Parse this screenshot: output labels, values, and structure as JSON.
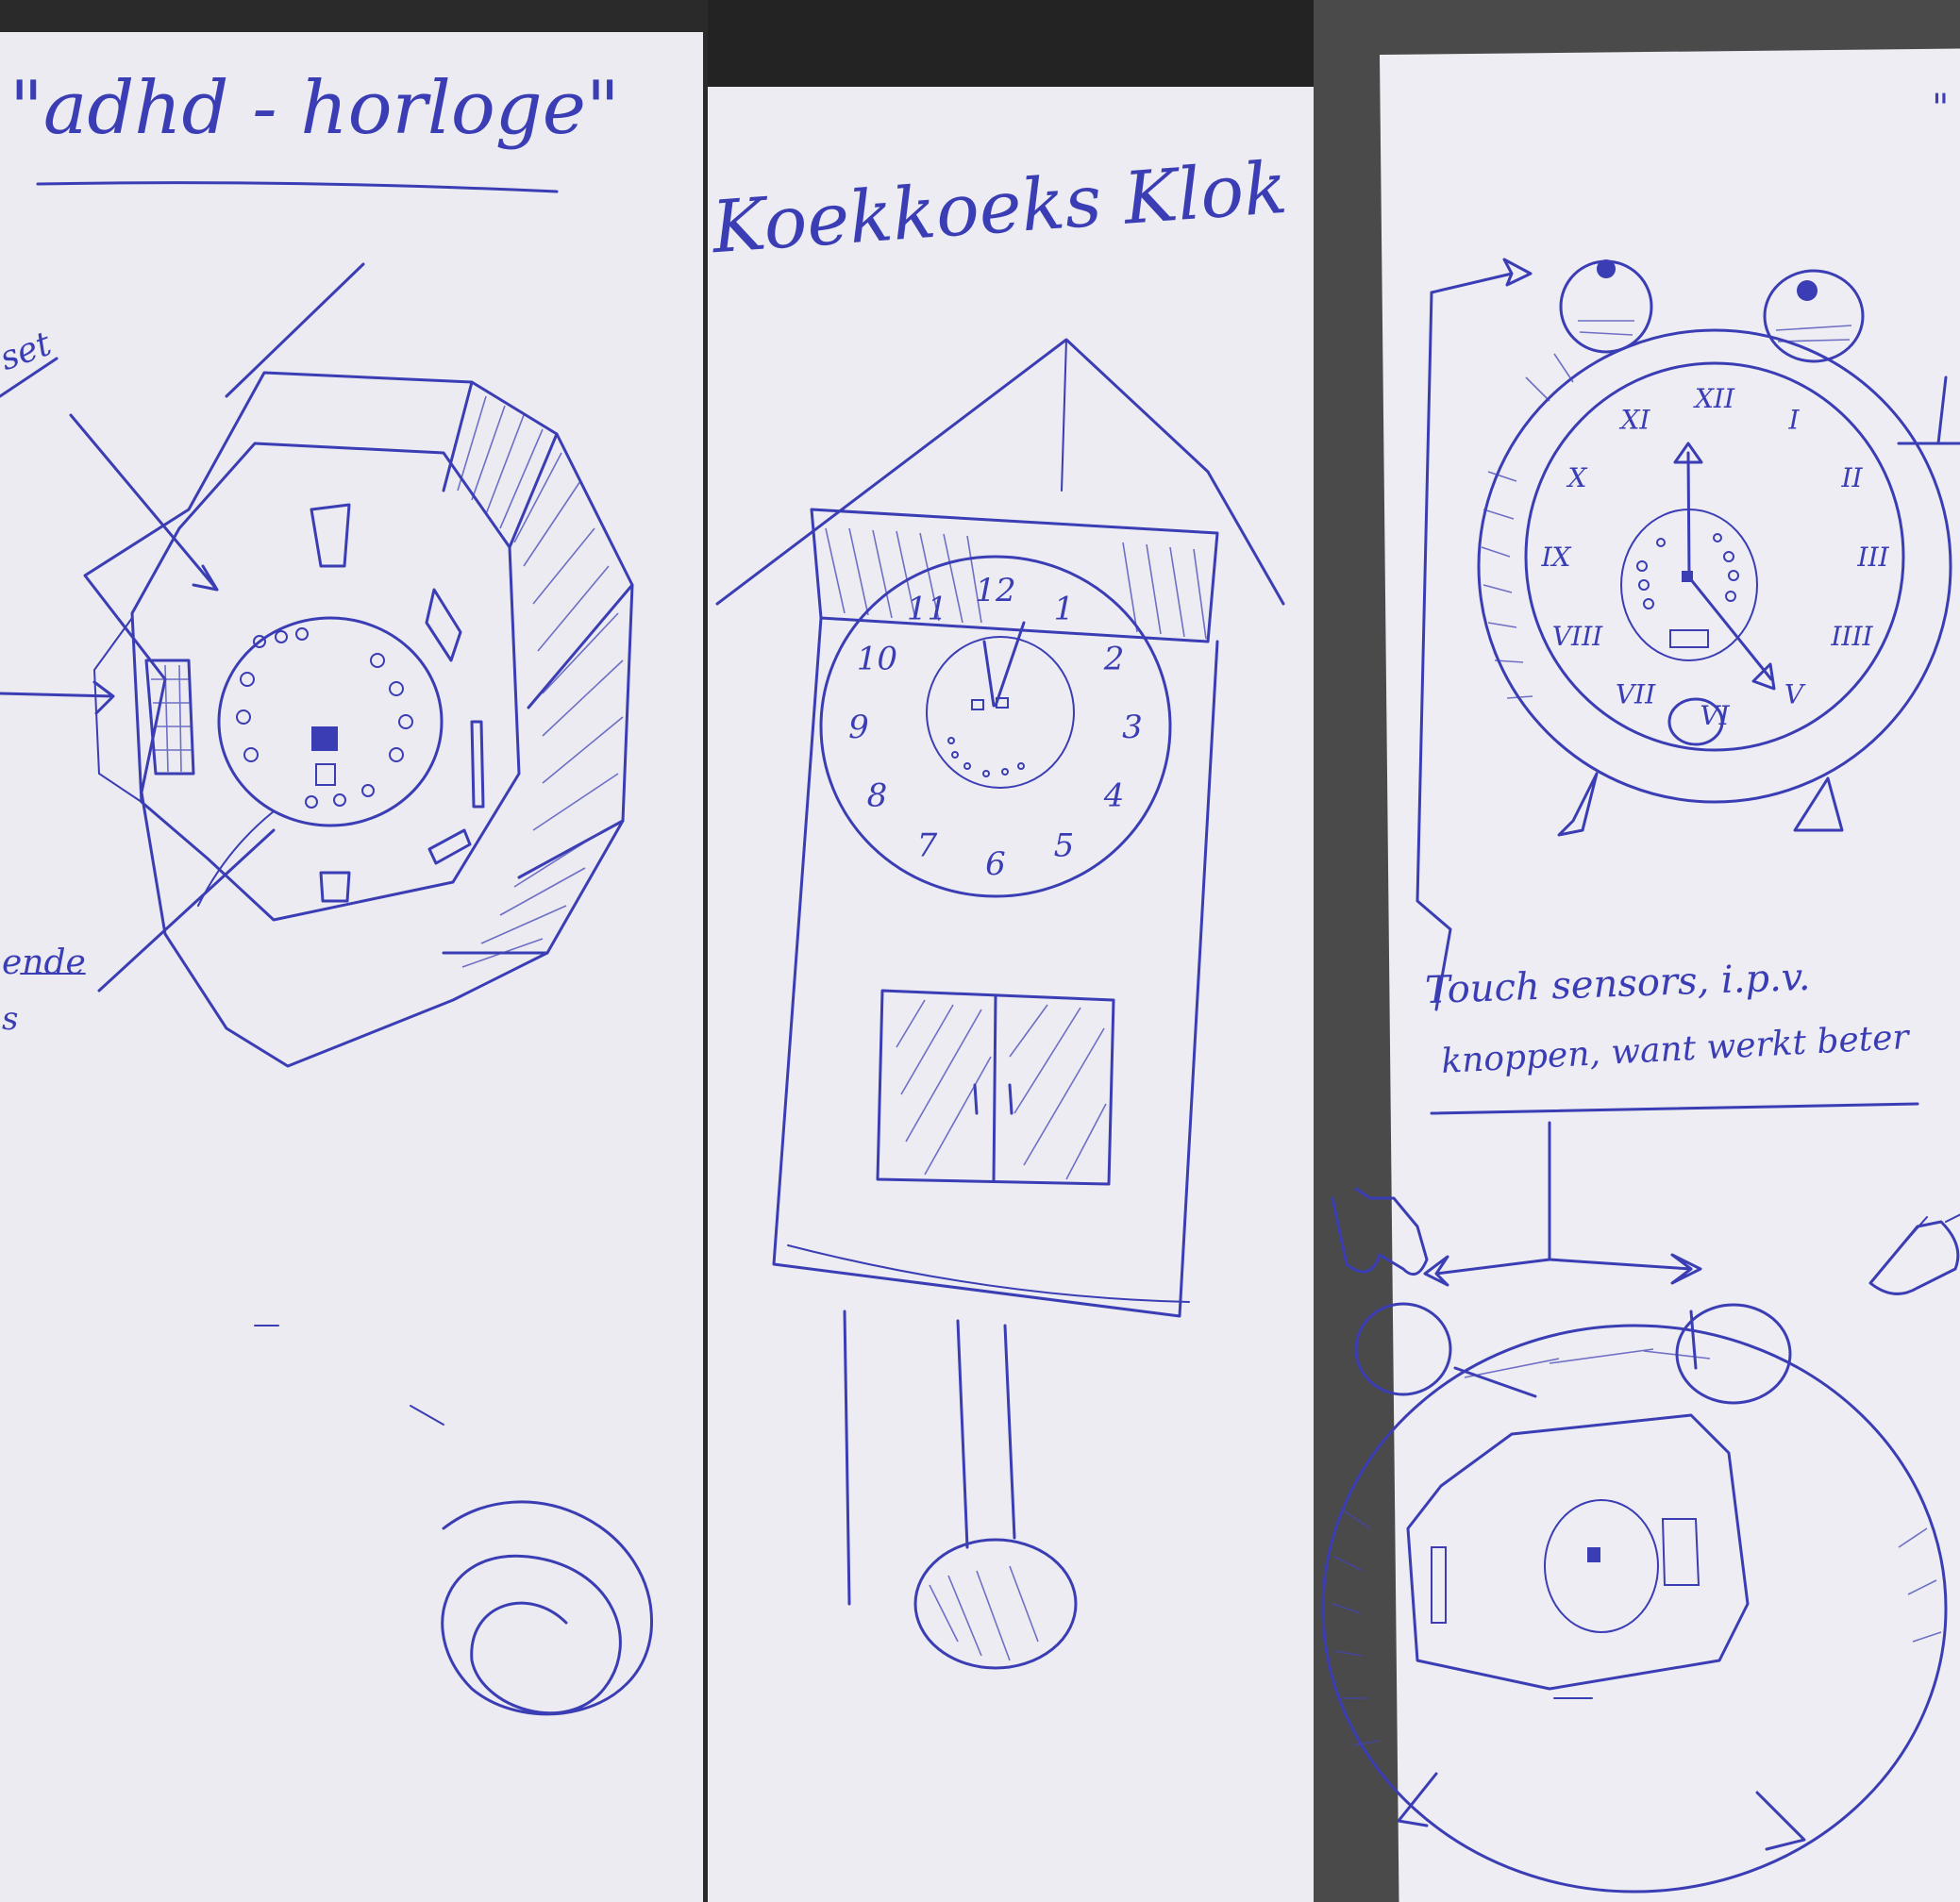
{
  "left_sheet": {
    "title": "\"adhd - horloge\"",
    "note_top": "set",
    "note_bottom_line1": "ende",
    "note_bottom_line2": "s"
  },
  "middle_sheet": {
    "title": "Koekkoeks Klok",
    "dial_numbers": [
      "12",
      "1",
      "2",
      "3",
      "4",
      "5",
      "6",
      "7",
      "8",
      "9",
      "10",
      "11"
    ]
  },
  "right_sheet": {
    "title_mark": "\"",
    "roman_numerals": [
      "XII",
      "I",
      "II",
      "III",
      "IIII",
      "V",
      "VI",
      "VII",
      "VIII",
      "IX",
      "X",
      "XI"
    ],
    "note_line1": "Touch sensors, i.p.v.",
    "note_line2": "knoppen, want werkt beter"
  },
  "colors": {
    "ink": "#3b3db4",
    "paper": "#ececf2",
    "background": "#1d1d1f"
  }
}
